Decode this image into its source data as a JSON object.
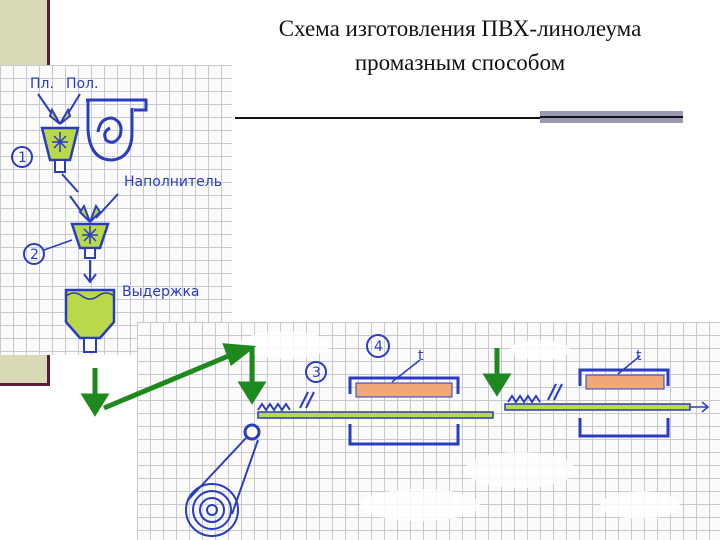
{
  "slide": {
    "title_line1": "Схема изготовления ПВХ-линолеума",
    "title_line2": "промазным способом"
  },
  "diagram": {
    "label_pl_1": "Пл.",
    "label_pl_2": "Пол.",
    "label_filler": "Наполнитель",
    "label_aging": "Выдержка",
    "step_1": "1",
    "step_2": "2",
    "step_3": "3",
    "step_4": "4",
    "temp_1": "t",
    "temp_2": "t"
  },
  "colors": {
    "ink_blue": "#2a3cc0",
    "mix_green": "#b9d84a",
    "heat_orange": "#f0a878",
    "arrow_green": "#1e8a1e",
    "accent_bar": "#5a1a3a"
  }
}
